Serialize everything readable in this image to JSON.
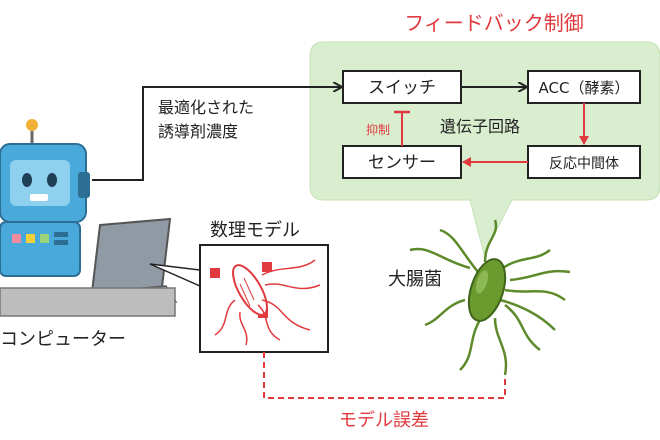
{
  "feedback_title": "フィードバック制御",
  "gene_circuit_label": "遺伝子回路",
  "nodes": {
    "switch": "スイッチ",
    "acc": "ACC（酵素）",
    "intermediate": "反応中間体",
    "sensor": "センサー"
  },
  "inhibit_label": "抑制",
  "computer_arrow_label_line1": "最適化された",
  "computer_arrow_label_line2": "誘導剤濃度",
  "computer_label": "コンピューター",
  "model_label": "数理モデル",
  "ecoli_label": "大腸菌",
  "model_error_label": "モデル誤差",
  "colors": {
    "red": "#e03a3e",
    "green_panel": "#d9edcf",
    "green_panel_border": "#c6e1b6",
    "bacteria_green": "#5d8a2a",
    "robot_blue": "#49a9da"
  }
}
